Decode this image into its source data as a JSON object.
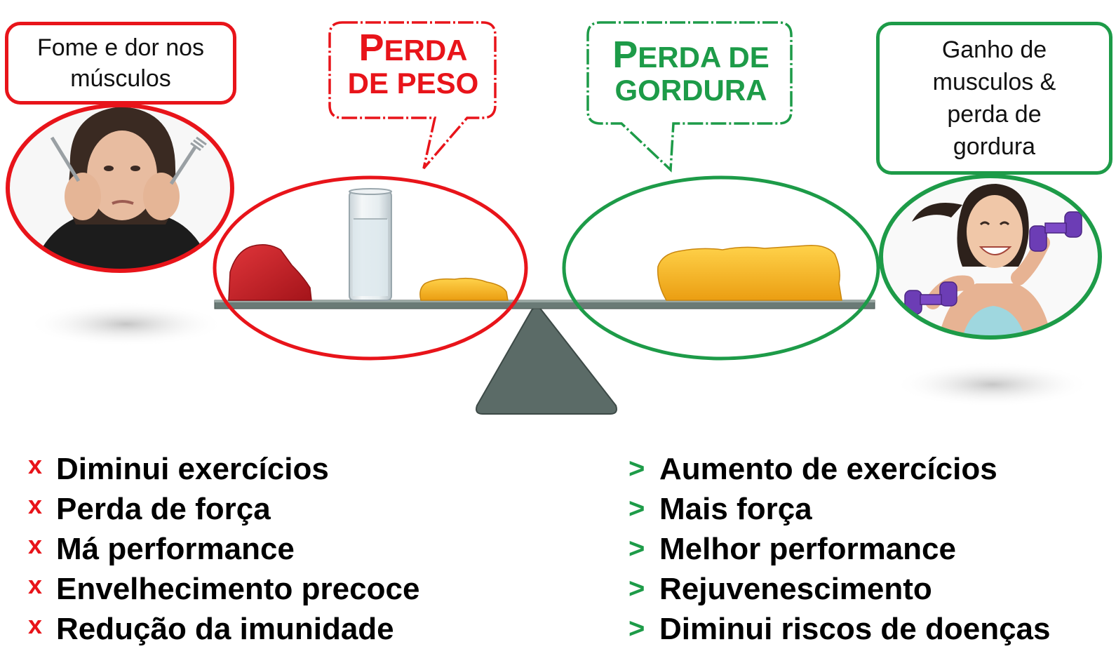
{
  "left_box": {
    "lines": [
      "Fome e dor nos",
      "músculos"
    ]
  },
  "weight_loss_callout": {
    "big_letter": "P",
    "line1_rest": "erda",
    "line2": "de peso"
  },
  "fat_loss_callout": {
    "big_letter": "P",
    "line1_rest": "erda de",
    "line2": "gordura"
  },
  "right_box": {
    "lines": [
      "Ganho de",
      "musculos &",
      "perda de",
      "gordura"
    ]
  },
  "negatives": {
    "marker": "x",
    "items": [
      "Diminui exercícios",
      "Perda de força",
      "Má performance",
      "Envelhecimento precoce",
      "Redução da imunidade"
    ]
  },
  "positives": {
    "marker": ">",
    "items": [
      "Aumento de exercícios",
      "Mais força",
      "Melhor performance",
      "Rejuvenescimento",
      "Diminui riscos de doenças"
    ]
  },
  "colors": {
    "red": "#e8141a",
    "green": "#1d9b48",
    "beam": "#5b6b67",
    "fat": "#f4b41f",
    "meat": "#c71b22"
  }
}
